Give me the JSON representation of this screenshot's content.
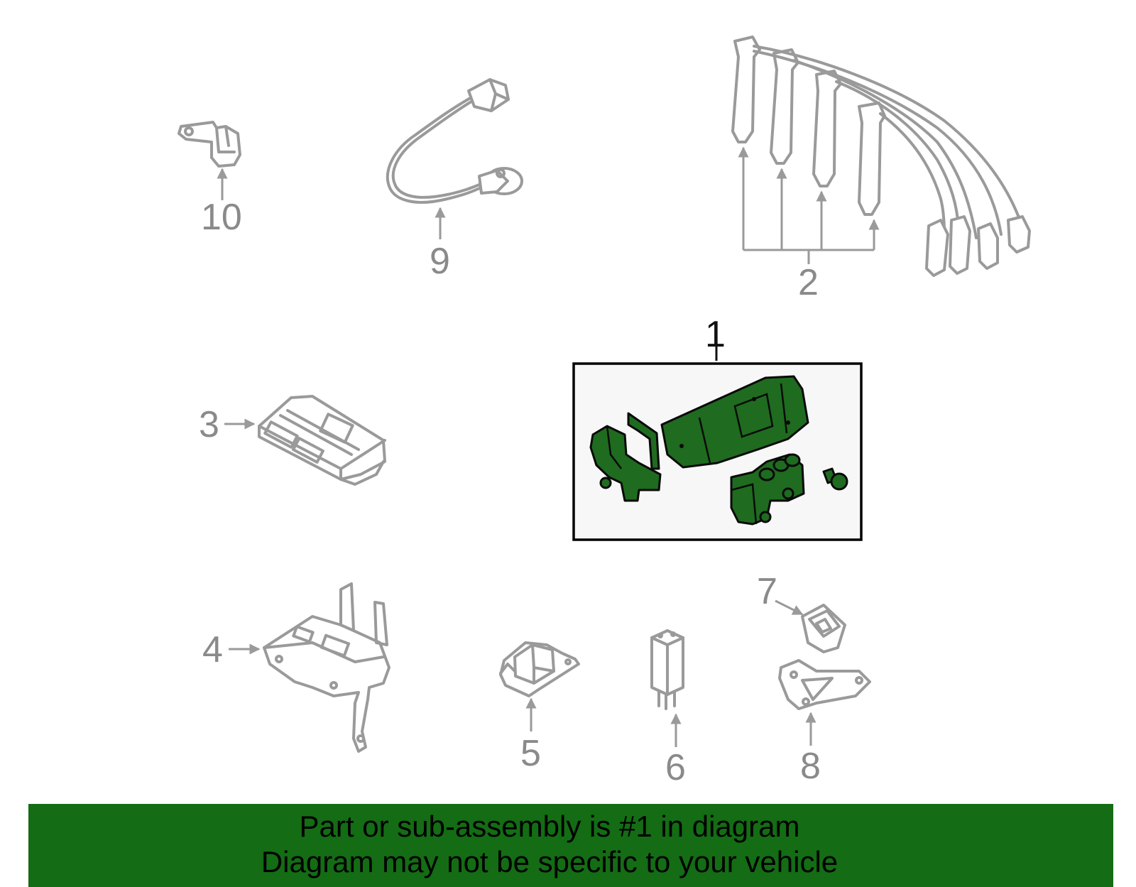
{
  "callouts": {
    "c1": "1",
    "c2": "2",
    "c3": "3",
    "c4": "4",
    "c5": "5",
    "c6": "6",
    "c7": "7",
    "c8": "8",
    "c9": "9",
    "c10": "10"
  },
  "banner": {
    "line1": "Part or sub-assembly is #1 in diagram",
    "line2": "Diagram may not be specific to your vehicle"
  },
  "colors": {
    "highlight_part": "#1f6b1f",
    "banner_bg": "#146c14",
    "callout_gray": "#8a8a8a",
    "highlight_box_bg": "#f7f7f7"
  }
}
